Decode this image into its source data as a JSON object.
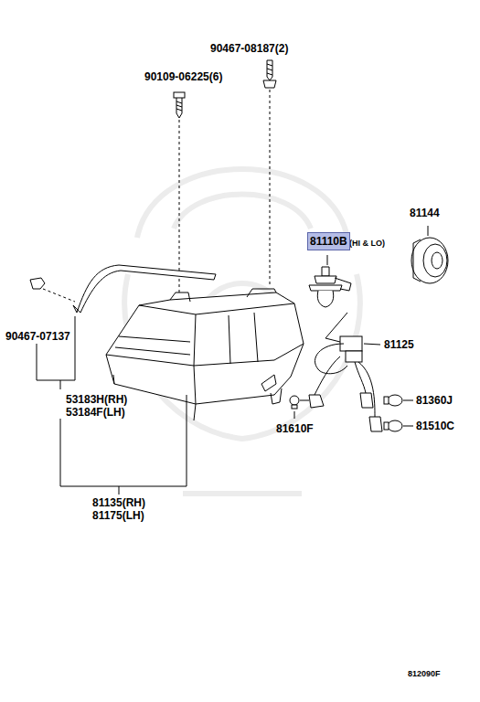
{
  "diagram": {
    "nodes": [
      {
        "text": [
          "81110B"
        ]
      }
    ],
    "edges": [],
    "labels": [
      "90467-08187(2)",
      "90109-06225(6)",
      "81144",
      "(HI & LO)",
      "90467-07137",
      "81125",
      "53183H(RH)",
      "53184F(LH)",
      "81360J",
      "81610F",
      "81510C",
      "81135(RH)",
      "81175(LH)",
      "812090F"
    ]
  }
}
